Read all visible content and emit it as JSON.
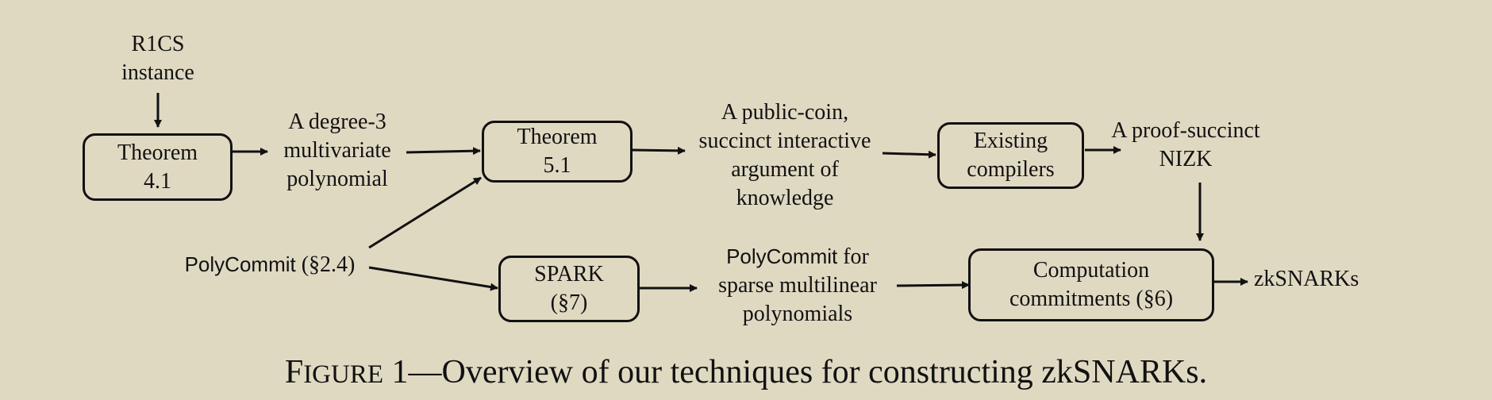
{
  "nodes": {
    "r1cs": "R1CS\ninstance",
    "theorem41": "Theorem\n4.1",
    "degree3": "A degree-3\nmultivariate\npolynomial",
    "theorem51": "Theorem\n5.1",
    "public_coin": "A public-coin,\nsuccinct interactive\nargument of\nknowledge",
    "existing": "Existing\ncompilers",
    "nizk": "A proof-succinct\nNIZK",
    "polycommit_label": "PolyCommit",
    "polycommit_ref": " (§2.4)",
    "spark": "SPARK\n(§7)",
    "sparse_a": "PolyCommit",
    "sparse_b": " for",
    "sparse_c": "sparse multilinear\npolynomials",
    "computation": "Computation\ncommitments (§6)",
    "zksnarks": "zkSNARKs"
  },
  "caption": {
    "fig_first": "F",
    "fig_rest": "IGURE",
    "fig_number": " 1",
    "text": "—Overview of our techniques for constructing zkSNARKs."
  }
}
